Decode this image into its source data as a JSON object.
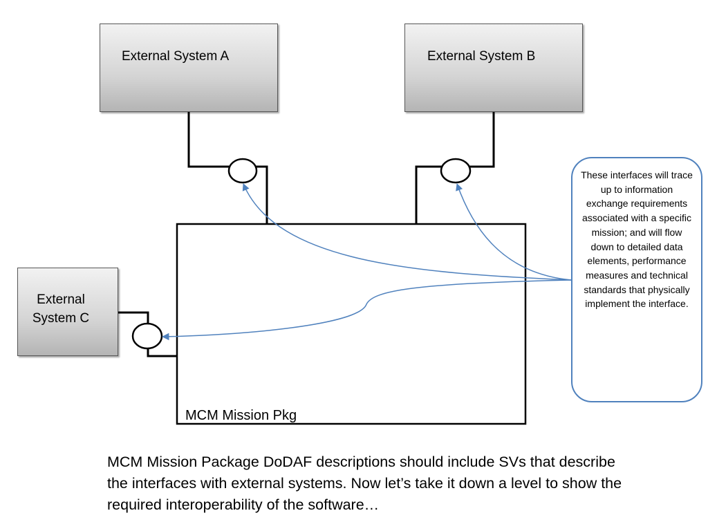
{
  "external_systems": {
    "a": "External System A",
    "b": "External System B",
    "c": "External\nSystem C"
  },
  "mission_package": {
    "label": "MCM Mission Pkg"
  },
  "callout": {
    "text": "These interfaces will trace up to information exchange requirements associated with a specific mission; and will flow down to detailed data elements, performance measures  and technical standards that physically implement the interface."
  },
  "caption": {
    "text": "MCM Mission Package DoDAF descriptions should include SVs that describe the interfaces with external systems. Now let’s take it down a level to show the required interoperability of the software…"
  },
  "colors": {
    "connector_arrow": "#4f81bd",
    "callout_border": "#4f81bd",
    "box_fill_top": "#f2f2f2",
    "box_fill_bottom": "#b4b4b4"
  }
}
